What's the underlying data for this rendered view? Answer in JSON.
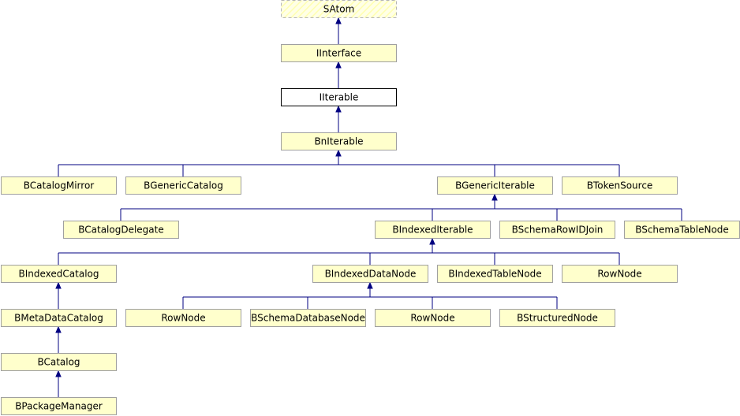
{
  "nodes": [
    {
      "id": "satom",
      "label": "SAtom",
      "style": "dashed"
    },
    {
      "id": "iinterface",
      "label": "IInterface"
    },
    {
      "id": "iiterable",
      "label": "IIterable",
      "style": "highlight"
    },
    {
      "id": "biiterable",
      "label": "BnIterable"
    },
    {
      "id": "bcatalogmirror",
      "label": "BCatalogMirror"
    },
    {
      "id": "bgenericcatalog",
      "label": "BGenericCatalog"
    },
    {
      "id": "bgenericiterable",
      "label": "BGenericIterable"
    },
    {
      "id": "btokensource",
      "label": "BTokenSource"
    },
    {
      "id": "bcatalogdelegate",
      "label": "BCatalogDelegate"
    },
    {
      "id": "bindexediterable",
      "label": "BIndexedIterable"
    },
    {
      "id": "bschemarowidjoin",
      "label": "BSchemaRowIDJoin"
    },
    {
      "id": "bschematablenode",
      "label": "BSchemaTableNode"
    },
    {
      "id": "bindexedcatalog",
      "label": "BIndexedCatalog"
    },
    {
      "id": "bindexeddatanode",
      "label": "BIndexedDataNode"
    },
    {
      "id": "bindexedtablenode",
      "label": "BIndexedTableNode"
    },
    {
      "id": "rownode1",
      "label": "RowNode"
    },
    {
      "id": "bmetadatacatalog",
      "label": "BMetaDataCatalog"
    },
    {
      "id": "rownode2",
      "label": "RowNode"
    },
    {
      "id": "bschemadatabasenode",
      "label": "BSchemaDatabaseNode"
    },
    {
      "id": "rownode3",
      "label": "RowNode"
    },
    {
      "id": "bstructurednode",
      "label": "BStructuredNode"
    },
    {
      "id": "bcatalog",
      "label": "BCatalog"
    },
    {
      "id": "bpackagemanager",
      "label": "BPackageManager"
    }
  ],
  "edges": [
    {
      "from": "iinterface",
      "to": "satom"
    },
    {
      "from": "iiterable",
      "to": "iinterface"
    },
    {
      "from": "biiterable",
      "to": "iiterable"
    },
    {
      "from": "bcatalogmirror",
      "to": "biiterable"
    },
    {
      "from": "bgenericcatalog",
      "to": "biiterable"
    },
    {
      "from": "bgenericiterable",
      "to": "biiterable"
    },
    {
      "from": "btokensource",
      "to": "biiterable"
    },
    {
      "from": "bcatalogdelegate",
      "to": "bgenericiterable"
    },
    {
      "from": "bindexediterable",
      "to": "bgenericiterable"
    },
    {
      "from": "bschemarowidjoin",
      "to": "bgenericiterable"
    },
    {
      "from": "bschematablenode",
      "to": "bgenericiterable"
    },
    {
      "from": "bindexedcatalog",
      "to": "bindexediterable"
    },
    {
      "from": "bindexeddatanode",
      "to": "bindexediterable"
    },
    {
      "from": "bindexedtablenode",
      "to": "bindexediterable"
    },
    {
      "from": "rownode1",
      "to": "bindexediterable"
    },
    {
      "from": "rownode2",
      "to": "bindexeddatanode"
    },
    {
      "from": "bschemadatabasenode",
      "to": "bindexeddatanode"
    },
    {
      "from": "rownode3",
      "to": "bindexeddatanode"
    },
    {
      "from": "bstructurednode",
      "to": "bindexeddatanode"
    },
    {
      "from": "bmetadatacatalog",
      "to": "bindexedcatalog"
    },
    {
      "from": "bcatalog",
      "to": "bmetadatacatalog"
    },
    {
      "from": "bpackagemanager",
      "to": "bcatalog"
    }
  ]
}
